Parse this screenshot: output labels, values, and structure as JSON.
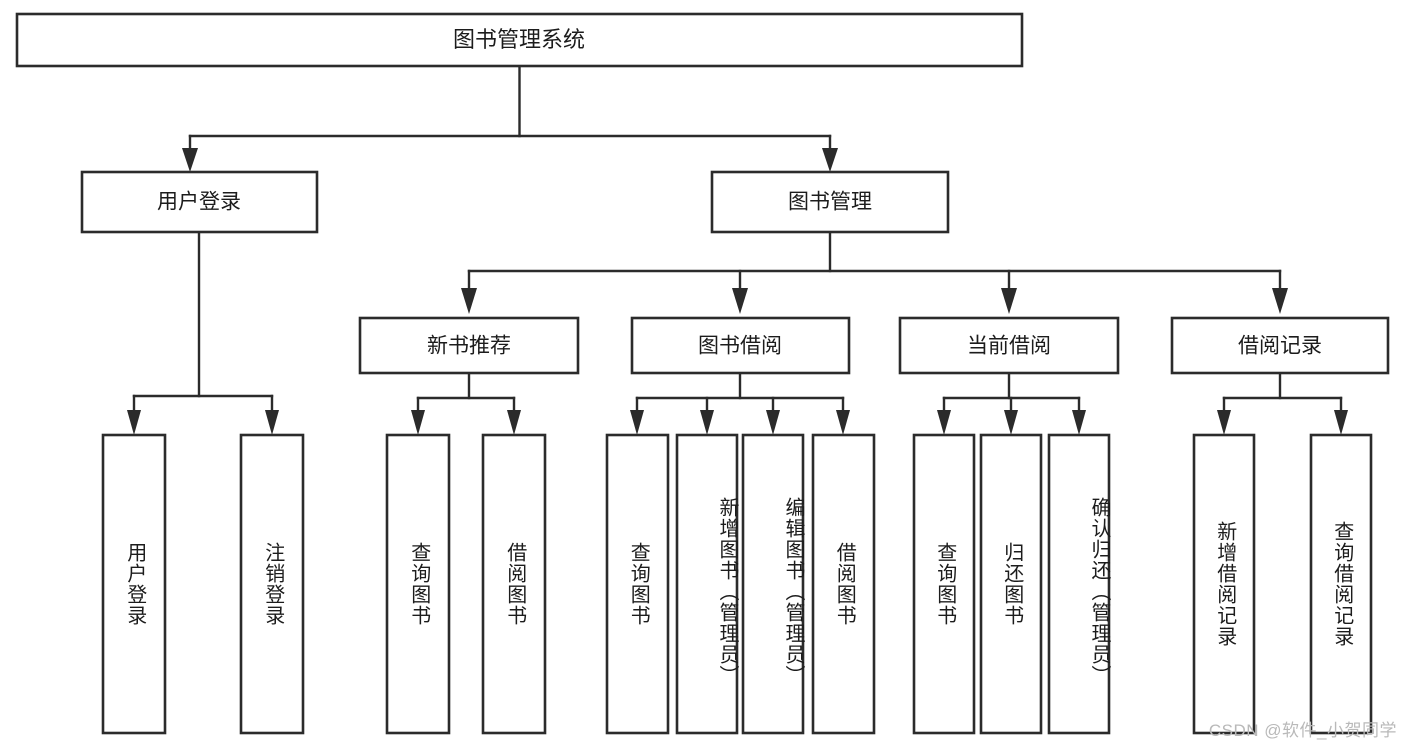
{
  "diagram": {
    "type": "tree-hierarchy",
    "root": {
      "label": "图书管理系统"
    },
    "level2": [
      {
        "label": "用户登录"
      },
      {
        "label": "图书管理"
      }
    ],
    "level3": [
      {
        "label": "新书推荐"
      },
      {
        "label": "图书借阅"
      },
      {
        "label": "当前借阅"
      },
      {
        "label": "借阅记录"
      }
    ],
    "leaves": {
      "user_login": [
        {
          "label": "用户登录"
        },
        {
          "label": "注销登录"
        }
      ],
      "new_book_recommend": [
        {
          "label": "查询图书"
        },
        {
          "label": "借阅图书"
        }
      ],
      "book_borrow": [
        {
          "label": "查询图书"
        },
        {
          "label": "新增图书（管理员）"
        },
        {
          "label": "编辑图书（管理员）"
        },
        {
          "label": "借阅图书"
        }
      ],
      "current_borrow": [
        {
          "label": "查询图书"
        },
        {
          "label": "归还图书"
        },
        {
          "label": "确认归还（管理员）"
        }
      ],
      "borrow_record": [
        {
          "label": "新增借阅记录"
        },
        {
          "label": "查询借阅记录"
        }
      ]
    }
  },
  "watermark": {
    "text": "CSDN @软件_小贺同学"
  },
  "colors": {
    "stroke": "#2b2b2b",
    "fill": "#ffffff",
    "text": "#1c1c1c",
    "watermark": "#b9b9b9"
  }
}
